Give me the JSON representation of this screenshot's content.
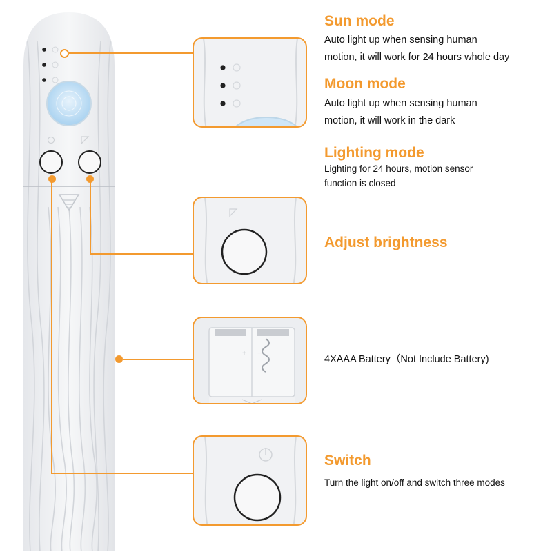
{
  "features": {
    "sun_mode": {
      "title": "Sun mode",
      "desc_line1": "Auto light up when sensing human",
      "desc_line2": "motion, it will work for 24 hours whole day"
    },
    "moon_mode": {
      "title": "Moon mode",
      "desc_line1": "Auto light up when sensing human",
      "desc_line2": "motion, it will work in the dark"
    },
    "lighting_mode": {
      "title": "Lighting mode",
      "desc_line1": "Lighting for 24 hours, motion sensor",
      "desc_line2": "function is closed"
    },
    "adjust_brightness": {
      "title": "Adjust brightness"
    },
    "battery": {
      "desc": "4XAAA Battery（Not Include Battery)"
    },
    "switch": {
      "title": "Switch",
      "desc": "Turn the light on/off and switch three modes"
    }
  },
  "colors": {
    "accent": "#f39a2f",
    "device_body": "#f1f2f4",
    "sensor": "#cfe6f7"
  },
  "icons": [
    "sun-icon",
    "moon-icon",
    "bulb-icon",
    "power-icon",
    "brightness-icon"
  ]
}
